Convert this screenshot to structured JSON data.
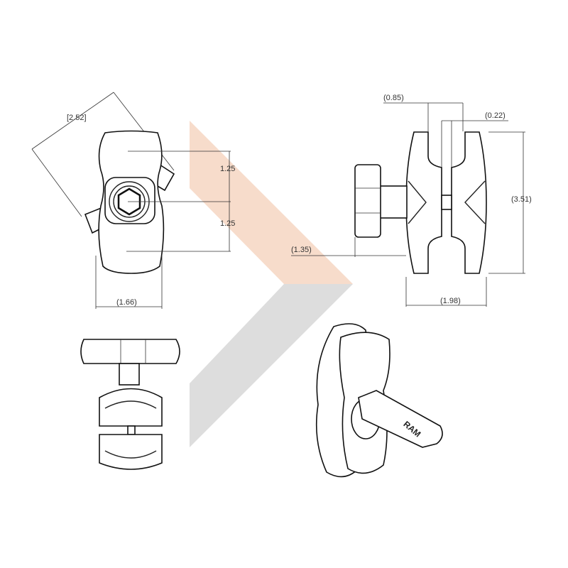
{
  "dimensions": {
    "diag_width": "[2.52]",
    "upper_offset": "1.25",
    "lower_offset": "1.25",
    "front_width": "(1.66)",
    "socket_gap": "(0.85)",
    "center_gap": "(0.22)",
    "overall_height": "(3.51)",
    "knob_depth": "(1.35)",
    "overall_depth": "(1.98)"
  },
  "logo": "RAM",
  "colors": {
    "chevron_top": "#f7dccb",
    "chevron_bottom": "#dddddd",
    "line": "#222222"
  }
}
